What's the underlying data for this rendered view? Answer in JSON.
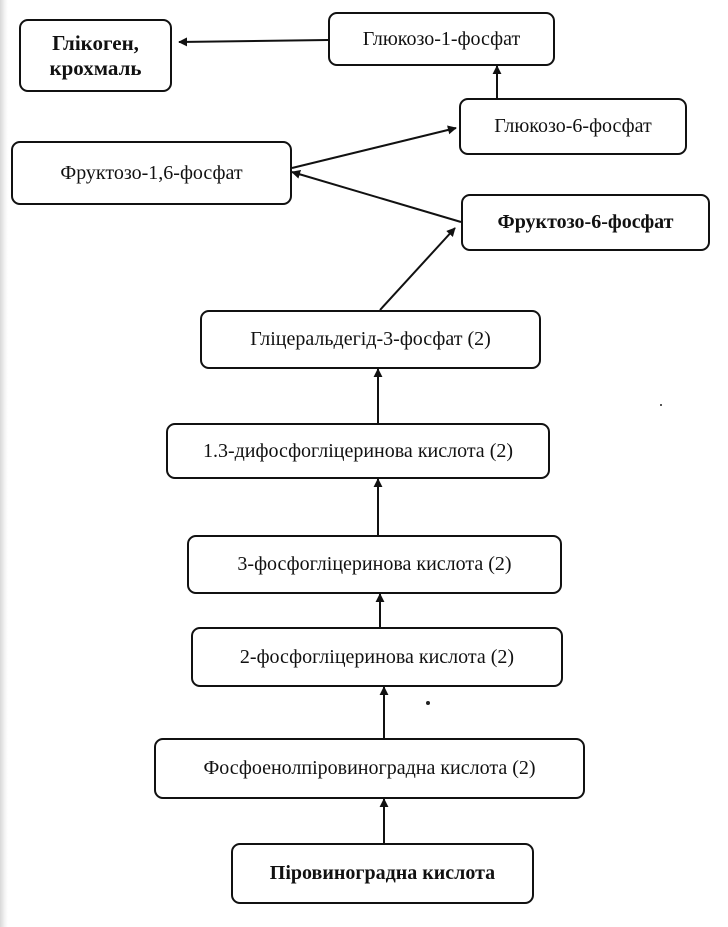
{
  "nodes": {
    "glycogen": {
      "line1": "Глікоген,",
      "line2": "крохмаль"
    },
    "glucose_1_phosphate": "Глюкозо-1-фосфат",
    "glucose_6_phosphate": "Глюкозо-6-фосфат",
    "fructose_1_6_phosphate": "Фруктозо-1,6-фосфат",
    "fructose_6_phosphate": "Фруктозо-6-фосфат",
    "glyceraldehyde_3_phosphate": "Гліцеральдегід-3-фосфат (2)",
    "diphosphoglyceric_acid": "1.3-дифосфогліцеринова кислота (2)",
    "phosphoglyceric_acid_3": "3-фосфогліцеринова кислота (2)",
    "phosphoglyceric_acid_2": "2-фосфогліцеринова кислота (2)",
    "phosphoenolpyruvic_acid": "Фосфоенолпіровиноградна кислота (2)",
    "pyruvic_acid": "Піровиноградна кислота"
  },
  "edges": [
    {
      "from": "pyruvic_acid",
      "to": "phosphoenolpyruvic_acid"
    },
    {
      "from": "phosphoenolpyruvic_acid",
      "to": "phosphoglyceric_acid_2"
    },
    {
      "from": "phosphoglyceric_acid_2",
      "to": "phosphoglyceric_acid_3"
    },
    {
      "from": "phosphoglyceric_acid_3",
      "to": "diphosphoglyceric_acid"
    },
    {
      "from": "diphosphoglyceric_acid",
      "to": "glyceraldehyde_3_phosphate"
    },
    {
      "from": "glyceraldehyde_3_phosphate",
      "to": "fructose_6_phosphate"
    },
    {
      "from": "fructose_6_phosphate",
      "to": "fructose_1_6_phosphate"
    },
    {
      "from": "fructose_1_6_phosphate",
      "to": "glucose_6_phosphate"
    },
    {
      "from": "glucose_6_phosphate",
      "to": "glucose_1_phosphate"
    },
    {
      "from": "glucose_1_phosphate",
      "to": "glycogen"
    }
  ],
  "colors": {
    "ink": "#111111",
    "background": "#ffffff"
  }
}
